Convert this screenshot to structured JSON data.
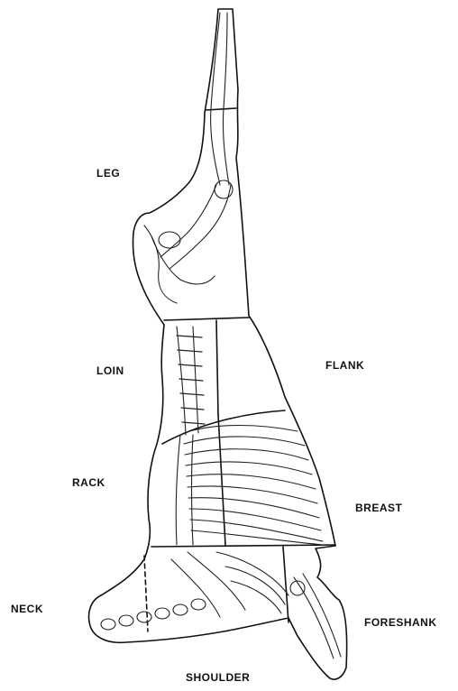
{
  "labels": {
    "leg": "LEG",
    "loin": "LOIN",
    "flank": "FLANK",
    "rack": "RACK",
    "breast": "BREAST",
    "neck": "NECK",
    "foreshank": "FORESHANK",
    "shoulder": "SHOULDER"
  },
  "colors": {
    "ink": "#111111",
    "background": "#ffffff"
  }
}
